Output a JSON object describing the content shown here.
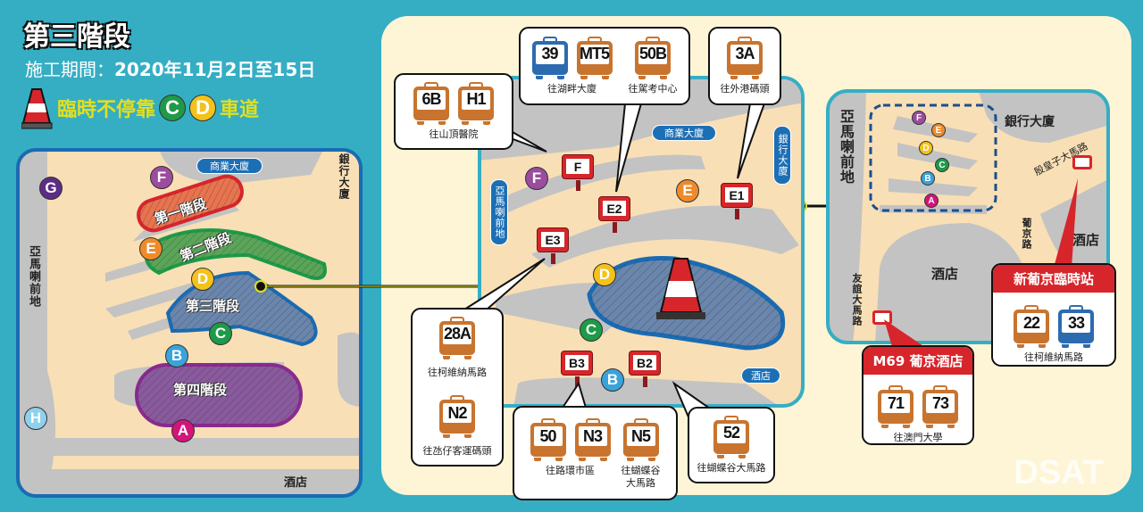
{
  "header": {
    "title": "第三階段",
    "period_label": "施工期間：",
    "period_value": "2020年11月2日至15日",
    "notice_pre": "臨時不停靠",
    "notice_c": "C",
    "notice_d": "D",
    "notice_post": "車道"
  },
  "colors": {
    "bg": "#35aec4",
    "red": "#d7262b",
    "orange_bus": "#c8742f",
    "blue_bus": "#2d6bb0",
    "notice": "#e3df1f"
  },
  "left_map": {
    "road_left": "亞馬喇前地",
    "road_right": "銀行大廈",
    "bottom": "酒店",
    "pill_top": "商業大廈",
    "phases": [
      "第一階段",
      "第二階段",
      "第三階段",
      "第四階段"
    ],
    "lanes": [
      "A",
      "B",
      "C",
      "D",
      "E",
      "F",
      "G",
      "H"
    ]
  },
  "center_map": {
    "pill_top": "商業大廈",
    "pill_right": "銀行大廈",
    "pill_left": "亞馬喇前地",
    "pill_bottom": "酒店",
    "stops": [
      "F",
      "E2",
      "E1",
      "E3",
      "B3",
      "B2"
    ],
    "lanes": [
      "F",
      "E",
      "D",
      "C",
      "B"
    ]
  },
  "callouts": [
    {
      "routes": [
        "6B",
        "H1"
      ],
      "dest": "往山頂醫院"
    },
    {
      "routes": [
        "39",
        "MT5"
      ],
      "dest": "往湖畔大廈",
      "routes2": [
        "50B"
      ],
      "dest2": "往駕考中心"
    },
    {
      "routes": [
        "3A"
      ],
      "dest": "往外港碼頭"
    },
    {
      "routes": [
        "28A"
      ],
      "dest": "往柯維納馬路",
      "routes2": [
        "N2"
      ],
      "dest2": "往氹仔客運碼頭"
    },
    {
      "routes": [
        "50",
        "N3"
      ],
      "dest": "往路環市區",
      "routes2": [
        "N5"
      ],
      "dest2": "往蝴蝶谷大馬路"
    },
    {
      "routes": [
        "52"
      ],
      "dest": "往蝴蝶谷大馬路"
    }
  ],
  "right_map": {
    "road_left": "亞馬喇前地",
    "bank": "銀行大廈",
    "avenue": "殷皇子大馬路",
    "street": "葡京路",
    "hotel_right": "酒店",
    "hotel_center": "酒店",
    "friendship": "友誼大馬路",
    "lanes": [
      "F",
      "E",
      "D",
      "C",
      "B",
      "A"
    ],
    "temp_stop": {
      "title": "新葡京臨時站",
      "routes": [
        "22",
        "33"
      ],
      "dest": "往柯維納馬路"
    },
    "m69_stop": {
      "title": "M69 葡京酒店",
      "routes": [
        "71",
        "73"
      ],
      "dest": "往澳門大學"
    }
  },
  "watermark": "DSAT"
}
